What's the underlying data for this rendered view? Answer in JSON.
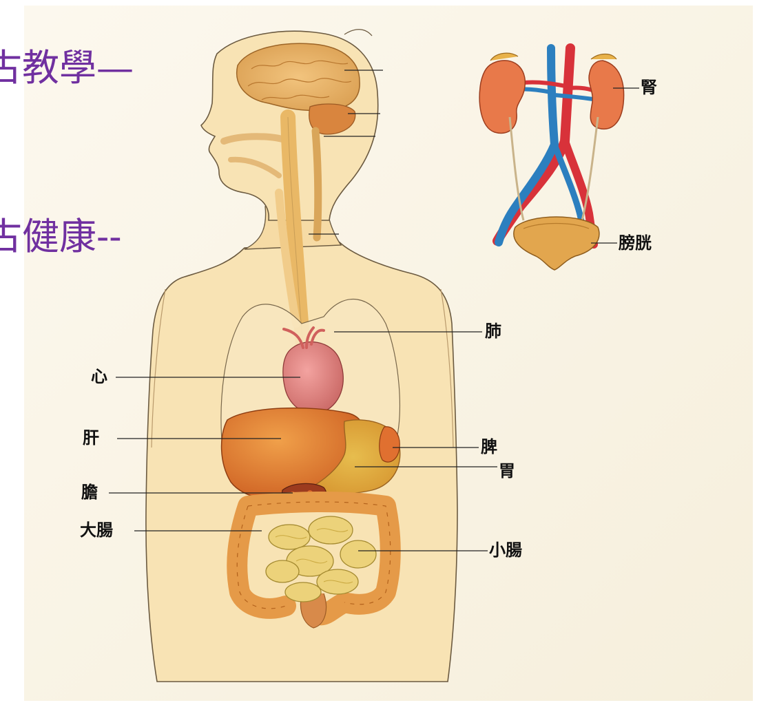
{
  "slide": {
    "line1": "古教學—",
    "line2": "古健康--"
  },
  "labels": {
    "kidney": "腎",
    "bladder": "膀胱",
    "lung": "肺",
    "heart": "心",
    "liver": "肝",
    "spleen": "脾",
    "stomach": "胃",
    "gallbladder": "膽",
    "large_intestine": "大腸",
    "small_intestine": "小腸"
  },
  "colors": {
    "title_text": "#7030a0",
    "paper": "#fbf5e6",
    "skin": "#f8e3b4",
    "skin_outline": "#6b5a40",
    "artery": "#d8323a",
    "vein": "#2c7fbf",
    "organ_orange": "#e8933a"
  }
}
